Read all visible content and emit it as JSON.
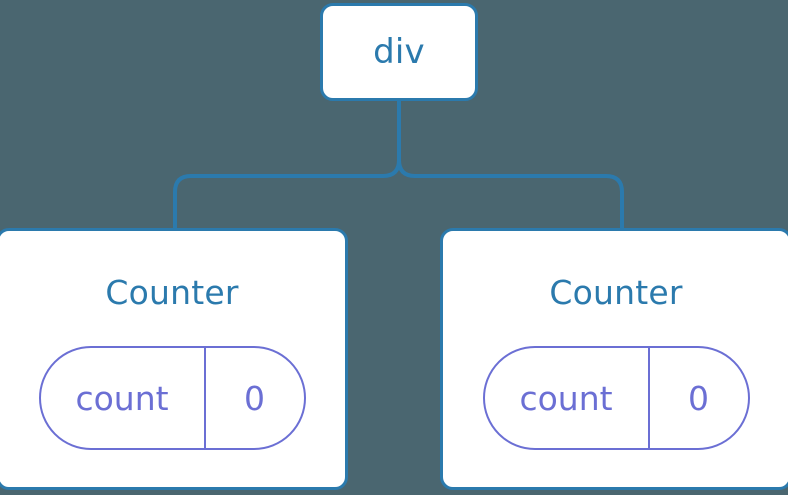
{
  "diagram": {
    "type": "component-tree",
    "background_color": "#4a6670",
    "node_color": "#2b7aad",
    "state_color": "#6b6fd4",
    "root": {
      "label": "div"
    },
    "children": [
      {
        "title": "Counter",
        "state": {
          "key": "count",
          "value": "0"
        }
      },
      {
        "title": "Counter",
        "state": {
          "key": "count",
          "value": "0"
        }
      }
    ]
  }
}
